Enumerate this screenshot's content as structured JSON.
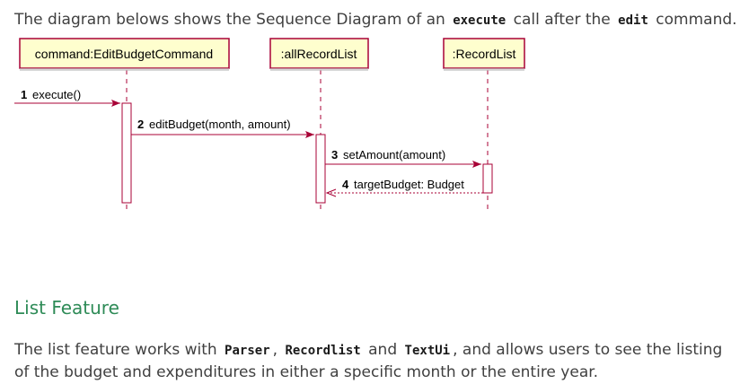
{
  "intro": {
    "text_before": "The diagram belows shows the Sequence Diagram of an",
    "code_execute": "execute",
    "text_middle": "call after the",
    "code_edit": "edit",
    "text_after": "command."
  },
  "diagram": {
    "participants": [
      {
        "label": "command:EditBudgetCommand"
      },
      {
        "label": ":allRecordList"
      },
      {
        "label": ":RecordList"
      }
    ],
    "messages": [
      {
        "number": "1",
        "text": "execute()"
      },
      {
        "number": "2",
        "text": "editBudget(month, amount)"
      },
      {
        "number": "3",
        "text": "setAmount(amount)"
      },
      {
        "number": "4",
        "text": "targetBudget: Budget"
      }
    ]
  },
  "section": {
    "title": "List Feature"
  },
  "list_para": {
    "text_start": "The list feature works with",
    "code_parser": "Parser",
    "sep1": ",",
    "code_recordlist": "Recordlist",
    "and": "and",
    "code_textui": "TextUi",
    "text_rest": ", and allows users to see the listing",
    "line2": "of the budget and expenditures in either a specific month or the entire year."
  },
  "colors": {
    "participant_fill": "#fefece",
    "participant_border": "#a80036",
    "arrow": "#a80036",
    "heading": "#2e8b57",
    "text": "#404040"
  }
}
